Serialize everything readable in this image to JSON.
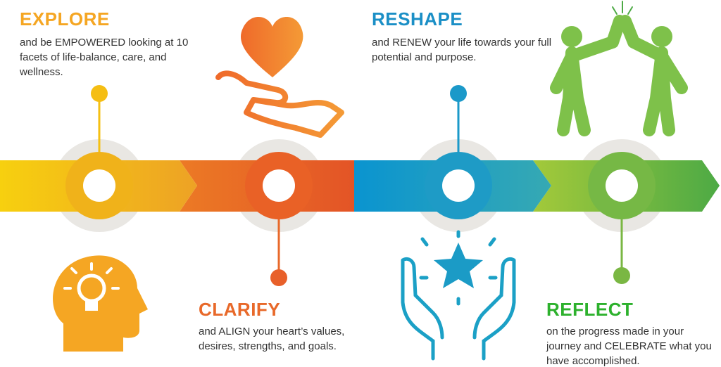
{
  "steps": [
    {
      "title": "EXPLORE",
      "description": "and be EMPOWERED looking at 10 facets of life-balance, care, and wellness.",
      "color": "#F5A623",
      "icon": "lightbulb-head-icon"
    },
    {
      "title": "CLARIFY",
      "description": "and ALIGN your heart’s values, desires, strengths, and goals.",
      "color": "#E8692A",
      "icon": "heart-in-hand-icon"
    },
    {
      "title": "RESHAPE",
      "description": "and RENEW your life towards your full potential and purpose.",
      "color": "#1B8FC6",
      "icon": "star-in-hands-icon"
    },
    {
      "title": "REFLECT",
      "description": "on the progress made in your journey and CELEBRATE what you have accomplished.",
      "color": "#2DB12D",
      "icon": "high-five-icon"
    }
  ]
}
